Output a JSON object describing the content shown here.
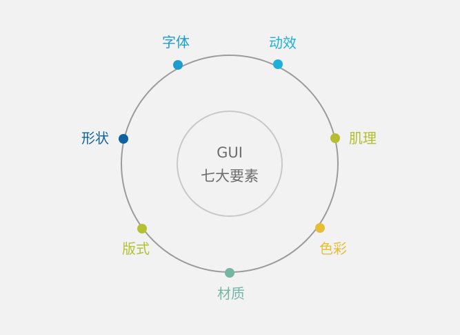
{
  "center": {
    "line1": "GUI",
    "line2": "七大要素"
  },
  "elements": [
    {
      "label": "字体",
      "color": "#1f9ccf"
    },
    {
      "label": "动效",
      "color": "#1fb0d8"
    },
    {
      "label": "肌理",
      "color": "#b4be2f"
    },
    {
      "label": "色彩",
      "color": "#e6be34"
    },
    {
      "label": "材质",
      "color": "#75b6a3"
    },
    {
      "label": "版式",
      "color": "#b4c232"
    },
    {
      "label": "形状",
      "color": "#0f62a0"
    }
  ],
  "colors": {
    "background": "#f2f2f2",
    "outer_ring": "#9b9b9b",
    "inner_ring": "#c8c8c8",
    "center_text": "#6d6d6d"
  }
}
